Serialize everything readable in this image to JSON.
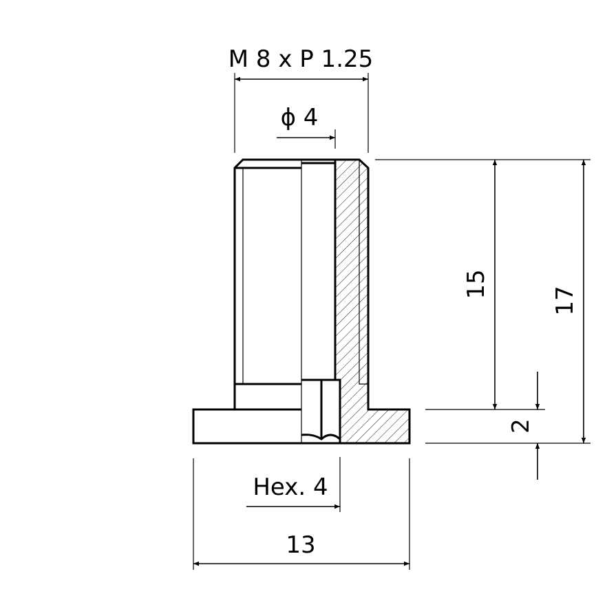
{
  "dimensions": {
    "thread": "M 8 x P 1.25",
    "bore": "ϕ 4",
    "height_thread": "15",
    "height_total": "17",
    "flange_thickness": "2",
    "hex": "Hex. 4",
    "flange_width": "13"
  },
  "colors": {
    "line": "#000000",
    "background": "#ffffff"
  }
}
